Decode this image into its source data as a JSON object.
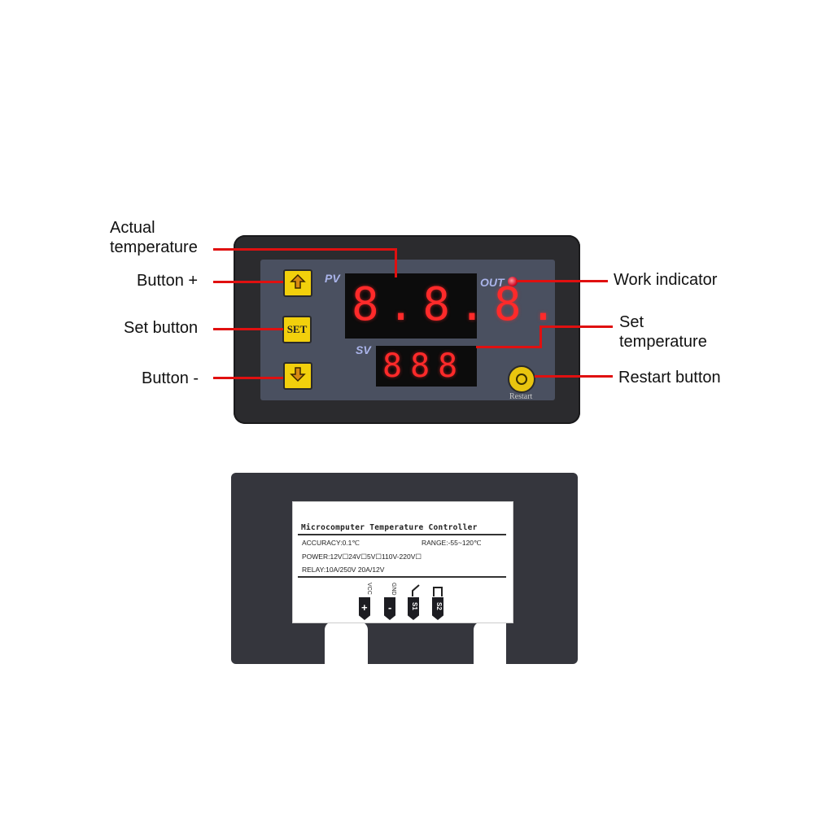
{
  "callouts": {
    "actual_line1": "Actual",
    "actual_line2": "temperature",
    "button_plus": "Button +",
    "set_button": "Set button",
    "button_minus": "Button -",
    "work_indicator": "Work indicator",
    "set_temp_line1": "Set",
    "set_temp_line2": "temperature",
    "restart_button": "Restart button"
  },
  "front_panel": {
    "pv_label": "PV",
    "sv_label": "SV",
    "out_label": "OUT",
    "set_btn_label": "SET",
    "restart_label": "Restart",
    "pv_display": "8.8.8.",
    "sv_display": "888",
    "up_arrow": "🡅",
    "down_arrow": "🡇"
  },
  "back_label": {
    "title": "Microcomputer Temperature Controller",
    "accuracy": "ACCURACY:0.1℃",
    "range": "RANGE:-55~120℃",
    "power": "POWER:12V☐24V☐5V☐110V-220V☐",
    "relay": "RELAY:10A/250V 20A/12V",
    "terminals": [
      {
        "name": "VCC",
        "symbol": "+"
      },
      {
        "name": "GND",
        "symbol": "-"
      },
      {
        "name": "S1",
        "symbol": "S1"
      },
      {
        "name": "S2",
        "symbol": "S2"
      }
    ]
  },
  "colors": {
    "callout_line": "#e01010",
    "bezel": "#2b2b2e",
    "panel": "#4a5060",
    "button": "#f2d00c",
    "segment": "#ff2a2a",
    "back_case": "#35363d"
  }
}
